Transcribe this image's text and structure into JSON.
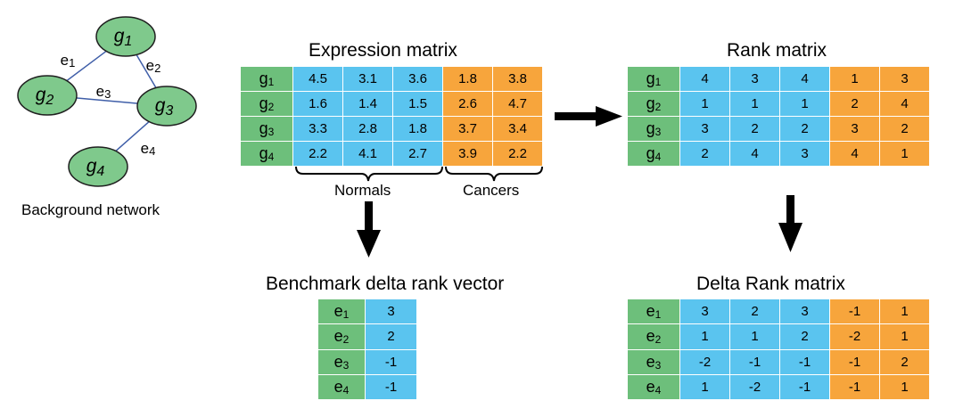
{
  "network": {
    "title": "Background network",
    "nodes": [
      {
        "id": "g1",
        "letter": "g",
        "index": "1"
      },
      {
        "id": "g2",
        "letter": "g",
        "index": "2"
      },
      {
        "id": "g3",
        "letter": "g",
        "index": "3"
      },
      {
        "id": "g4",
        "letter": "g",
        "index": "4"
      }
    ],
    "edges": [
      {
        "id": "e1",
        "letter": "e",
        "index": "1",
        "from": "g1",
        "to": "g2"
      },
      {
        "id": "e2",
        "letter": "e",
        "index": "2",
        "from": "g1",
        "to": "g3"
      },
      {
        "id": "e3",
        "letter": "e",
        "index": "3",
        "from": "g2",
        "to": "g3"
      },
      {
        "id": "e4",
        "letter": "e",
        "index": "4",
        "from": "g3",
        "to": "g4"
      }
    ],
    "colors": {
      "node_fill": "#7fc98c",
      "node_stroke": "#1f1f1f",
      "edge": "#3f5ea8"
    }
  },
  "expression_matrix": {
    "title": "Expression matrix",
    "row_labels": [
      [
        "g",
        "1"
      ],
      [
        "g",
        "2"
      ],
      [
        "g",
        "3"
      ],
      [
        "g",
        "4"
      ]
    ],
    "normal_values": [
      [
        "4.5",
        "3.1",
        "3.6"
      ],
      [
        "1.6",
        "1.4",
        "1.5"
      ],
      [
        "3.3",
        "2.8",
        "1.8"
      ],
      [
        "2.2",
        "4.1",
        "2.7"
      ]
    ],
    "cancer_values": [
      [
        "1.8",
        "3.8"
      ],
      [
        "2.6",
        "4.7"
      ],
      [
        "3.7",
        "3.4"
      ],
      [
        "3.9",
        "2.2"
      ]
    ],
    "normals_label": "Normals",
    "cancers_label": "Cancers"
  },
  "rank_matrix": {
    "title": "Rank matrix",
    "row_labels": [
      [
        "g",
        "1"
      ],
      [
        "g",
        "2"
      ],
      [
        "g",
        "3"
      ],
      [
        "g",
        "4"
      ]
    ],
    "normal_values": [
      [
        "4",
        "3",
        "4"
      ],
      [
        "1",
        "1",
        "1"
      ],
      [
        "3",
        "2",
        "2"
      ],
      [
        "2",
        "4",
        "3"
      ]
    ],
    "cancer_values": [
      [
        "1",
        "3"
      ],
      [
        "2",
        "4"
      ],
      [
        "3",
        "2"
      ],
      [
        "4",
        "1"
      ]
    ]
  },
  "benchmark_vector": {
    "title": "Benchmark delta rank vector",
    "row_labels": [
      [
        "e",
        "1"
      ],
      [
        "e",
        "2"
      ],
      [
        "e",
        "3"
      ],
      [
        "e",
        "4"
      ]
    ],
    "values": [
      [
        "3"
      ],
      [
        "2"
      ],
      [
        "-1"
      ],
      [
        "-1"
      ]
    ]
  },
  "delta_rank_matrix": {
    "title": "Delta Rank matrix",
    "row_labels": [
      [
        "e",
        "1"
      ],
      [
        "e",
        "2"
      ],
      [
        "e",
        "3"
      ],
      [
        "e",
        "4"
      ]
    ],
    "normal_values": [
      [
        "3",
        "2",
        "3"
      ],
      [
        "1",
        "1",
        "2"
      ],
      [
        "-2",
        "-1",
        "-1"
      ],
      [
        "1",
        "-2",
        "-1"
      ]
    ],
    "cancer_values": [
      [
        "-1",
        "1"
      ],
      [
        "-2",
        "1"
      ],
      [
        "-1",
        "2"
      ],
      [
        "-1",
        "1"
      ]
    ]
  },
  "colors": {
    "label_column": "#6dbf7b",
    "normal_columns": "#5ac4ef",
    "cancer_columns": "#f7a53c",
    "arrows": "#000000"
  }
}
